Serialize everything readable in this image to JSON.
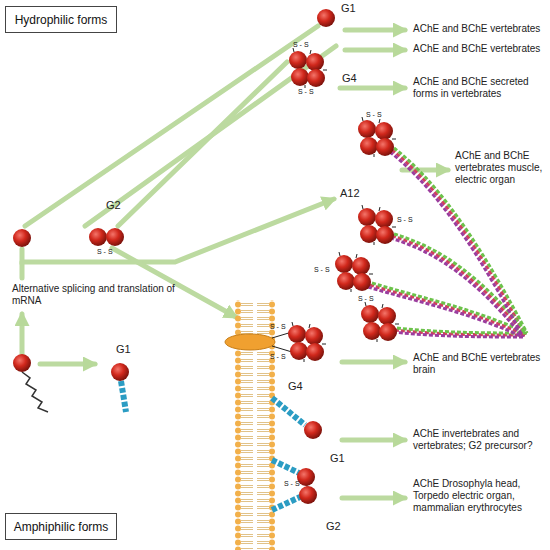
{
  "diagram": {
    "nodes": [
      {
        "text": [
          "Hydrophilic forms"
        ]
      },
      {
        "text": [
          "Amphiphilic forms"
        ]
      }
    ],
    "labels": [
      "G1",
      "AChE and BChE vertebrates",
      "AChE and BChE vertebrates",
      "S - S",
      "G4",
      "AChE and BChE secreted forms in vertebrates",
      "S - S",
      "S - S",
      "AChE and BChE vertebrates muscle, electric organ",
      "G2",
      "A12",
      "S - S",
      "S - S",
      "S - S",
      "S - S",
      "Alternative splicing and translation of mRNA",
      "S - S",
      "G4",
      "AChE and BChE vertebrates brain",
      "S - S",
      "G1",
      "G1",
      "AChE invertebrates and vertebrates; G2 precursor?",
      "S - S",
      "AChE Drosophyla head, Torpedo electric organ, mammalian erythrocytes",
      "G2"
    ]
  }
}
